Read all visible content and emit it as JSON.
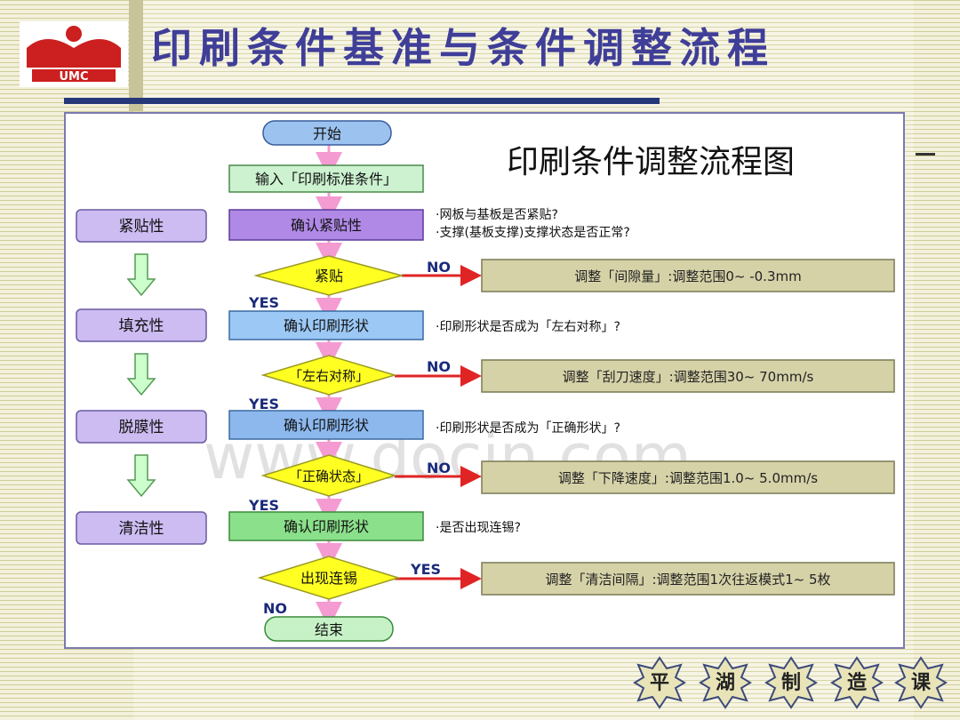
{
  "slide": {
    "title": "印刷条件基准与条件调整流程",
    "logo_text": "UMC",
    "colors": {
      "title": "#3f3e98",
      "title_bar": "#26377a",
      "logo_red": "#cc1f1f"
    }
  },
  "flowchart": {
    "heading": "印刷条件调整流程图",
    "start": "开始",
    "input": "输入「印刷标准条件」",
    "end": "结束",
    "yes": "YES",
    "no": "NO",
    "categories": [
      "紧贴性",
      "填充性",
      "脱膜性",
      "清洁性"
    ],
    "checks": [
      "确认紧贴性",
      "确认印刷形状",
      "确认印刷形状",
      "确认印刷形状"
    ],
    "decisions": [
      "紧贴",
      "「左右对称」",
      "「正确状态」",
      "出现连锡"
    ],
    "notes": [
      "·网板与基板是否紧贴?",
      "·支撑(基板支撑)支撑状态是否正常?",
      "·印刷形状是否成为「左右对称」?",
      "·印刷形状是否成为「正确形状」?",
      "·是否出现连锡?"
    ],
    "adjustments": [
      "调整「间隙量」:调整范围0~ -0.3mm",
      "调整「刮刀速度」:调整范围30~ 70mm/s",
      "调整「下降速度」:调整范围1.0~ 5.0mm/s",
      "调整「清洁间隔」:调整范围1次往返模式1~ 5枚"
    ],
    "colors": {
      "terminal": "#9cc3f0",
      "terminal_end": "#c7f2c7",
      "category": "#cdbcf2",
      "check1": "#b089e6",
      "check2": "#9cc8f5",
      "check3": "#8cb8ee",
      "check4": "#8be08b",
      "decision": "#ffff22",
      "adjust": "#d6d2a8",
      "arrow_flow": "#f49bd2",
      "arrow_no": "#e02424",
      "arrow_cat": "#ccffcc"
    }
  },
  "watermark": "www.docin.com",
  "nav": {
    "buttons": [
      "平",
      "湖",
      "制",
      "造",
      "课"
    ]
  }
}
